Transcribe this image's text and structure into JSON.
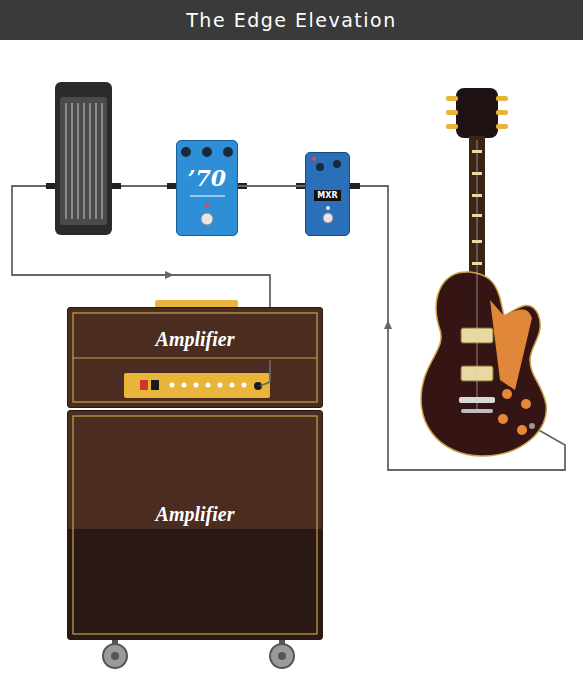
{
  "diagram": {
    "title": "The Edge Elevation",
    "nodes": [
      {
        "text": [
          "’70"
        ]
      },
      {
        "text": [
          "MXR"
        ]
      },
      {
        "text": [
          "Amplifier"
        ]
      },
      {
        "text": [
          "Amplifier"
        ]
      }
    ],
    "edges": [
      {
        "from": 1,
        "to": 0,
        "arrow": "none"
      }
    ]
  }
}
